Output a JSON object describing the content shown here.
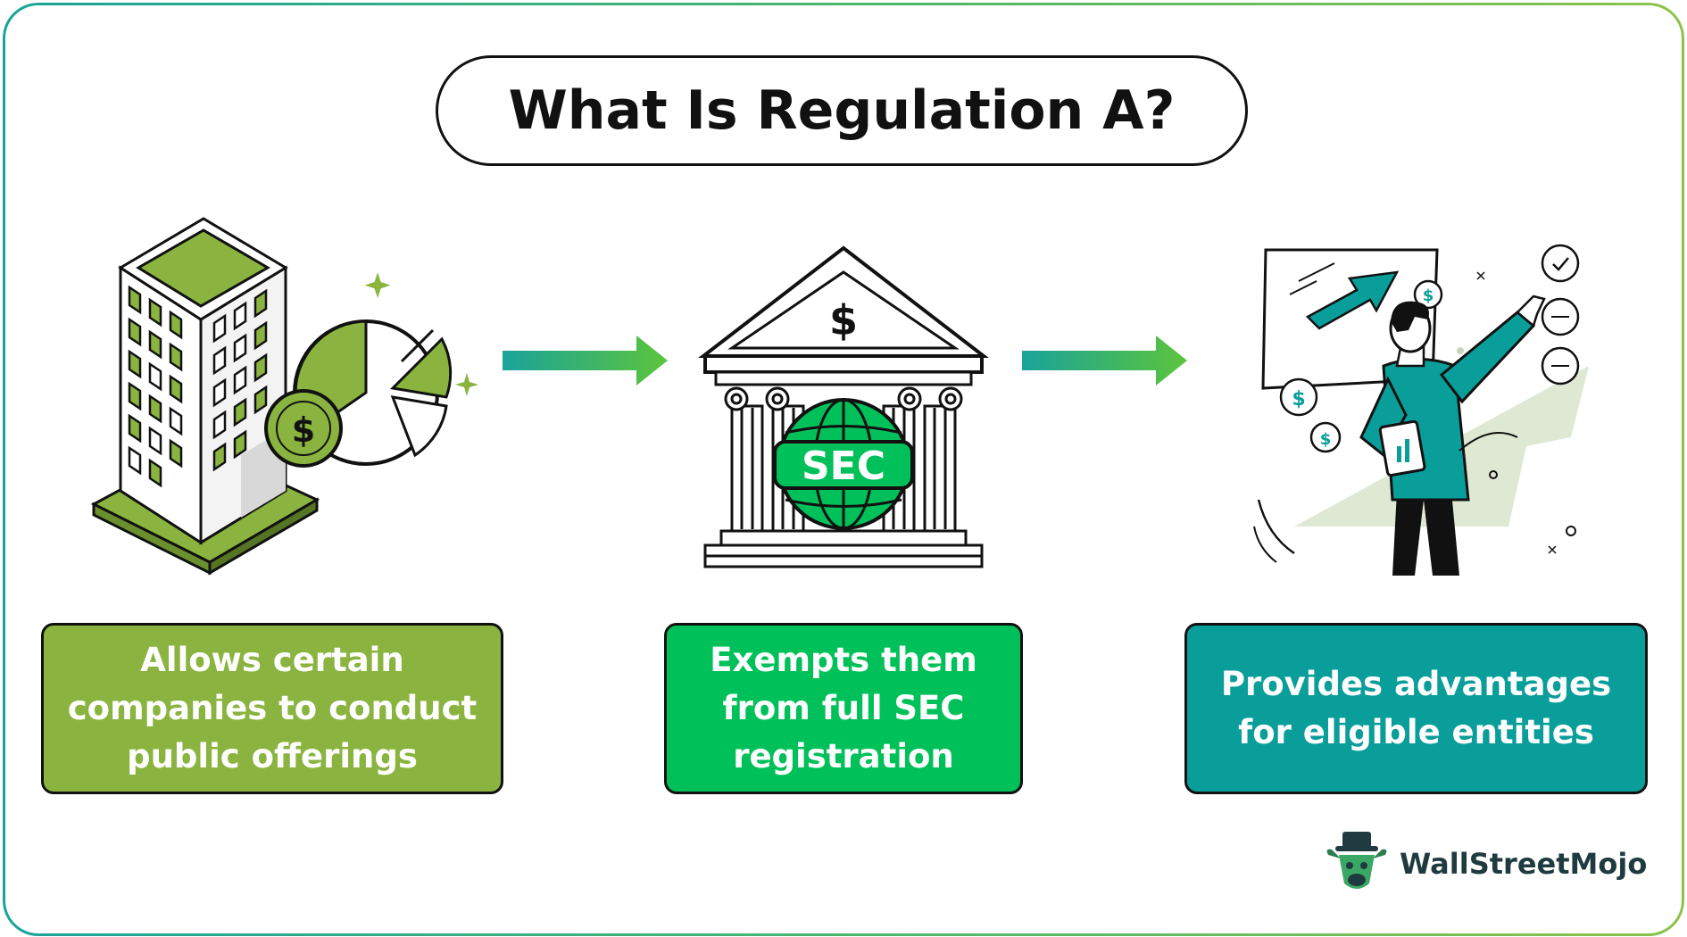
{
  "title": "What Is Regulation A?",
  "steps": [
    {
      "lines": [
        "Allows certain",
        "companies to conduct",
        "public offerings"
      ],
      "color": "#8ab43f"
    },
    {
      "lines": [
        "Exempts them",
        "from full SEC",
        "registration"
      ],
      "color": "#00c05a"
    },
    {
      "lines": [
        "Provides advantages",
        "for eligible entities"
      ],
      "color": "#0a9e9a"
    }
  ],
  "icons": {
    "building": "office-building-icon",
    "chart": "pie-chart-icon",
    "bank": "bank-building-icon",
    "person": "person-pointing-growth-icon"
  },
  "bank_symbol": "$",
  "bank_badge": "SEC",
  "coin_symbol": "$",
  "brand": "WallStreetMojo",
  "colors": {
    "olive": "#8ab43f",
    "green": "#00c05a",
    "teal": "#0a9e9a",
    "arrow_start": "#1aa39a",
    "arrow_end": "#5cc43c"
  }
}
